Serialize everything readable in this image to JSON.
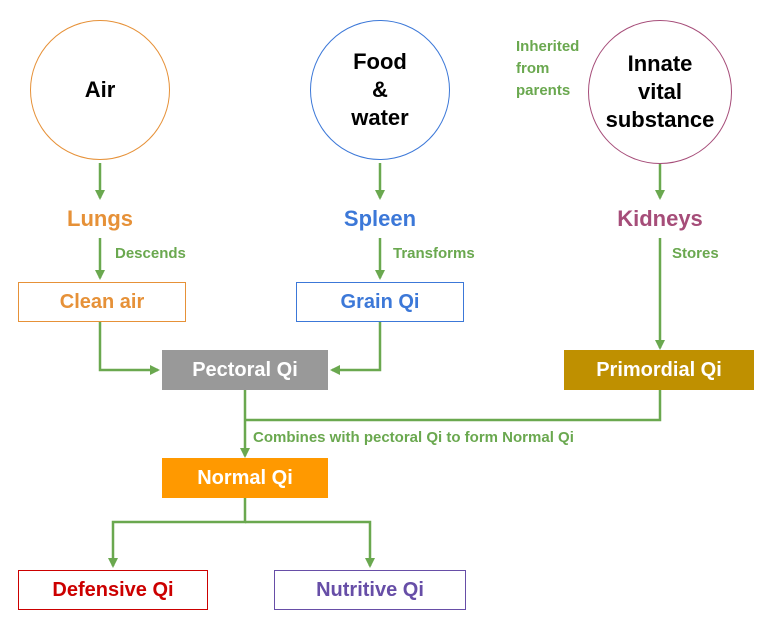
{
  "colors": {
    "air": "#e69138",
    "food": "#3c78d8",
    "innate": "#a64d79",
    "arrow": "#6aa84f",
    "pectoral": "#999999",
    "primordial": "#bf9000",
    "normal": "#ff9900",
    "defensive": "#cc0000",
    "nutritive": "#674ea7"
  },
  "sources": {
    "air": "Air",
    "food": "Food\n&\nwater",
    "innate": "Innate\nvital\nsubstance"
  },
  "inherited_note": "Inherited\nfrom\nparents",
  "organs": {
    "lungs": "Lungs",
    "spleen": "Spleen",
    "kidneys": "Kidneys"
  },
  "processes": {
    "descends": "Descends",
    "transforms": "Transforms",
    "stores": "Stores",
    "combines": "Combines with pectoral Qi to form Normal Qi"
  },
  "boxes": {
    "clean_air": "Clean air",
    "grain_qi": "Grain Qi",
    "pectoral_qi": "Pectoral Qi",
    "primordial_qi": "Primordial Qi",
    "normal_qi": "Normal Qi",
    "defensive_qi": "Defensive Qi",
    "nutritive_qi": "Nutritive Qi"
  }
}
